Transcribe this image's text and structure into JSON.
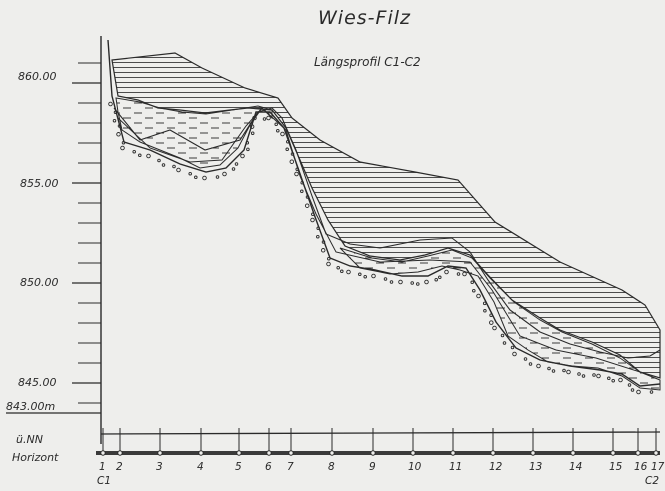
{
  "figure": {
    "title": "Wies-Filz",
    "subtitle": "Längsprofil C1-C2"
  },
  "axis": {
    "unit_label": "ü.NN",
    "base_level": "843.00m",
    "baseline_label": "Horizont",
    "y_ticks": [
      "860.00",
      "855.00",
      "850.00",
      "845.00"
    ],
    "y_range_m": [
      843.0,
      861.5
    ]
  },
  "profile": {
    "start_label": "C1",
    "end_label": "C2",
    "stations": [
      "1",
      "2",
      "3",
      "4",
      "5",
      "6",
      "7",
      "8",
      "9",
      "10",
      "11",
      "12",
      "13",
      "14",
      "15",
      "16",
      "17"
    ]
  },
  "colors": {
    "ink": "#2a2a2a",
    "paper": "#eeeeec",
    "hatch": "#3a3a3a"
  }
}
